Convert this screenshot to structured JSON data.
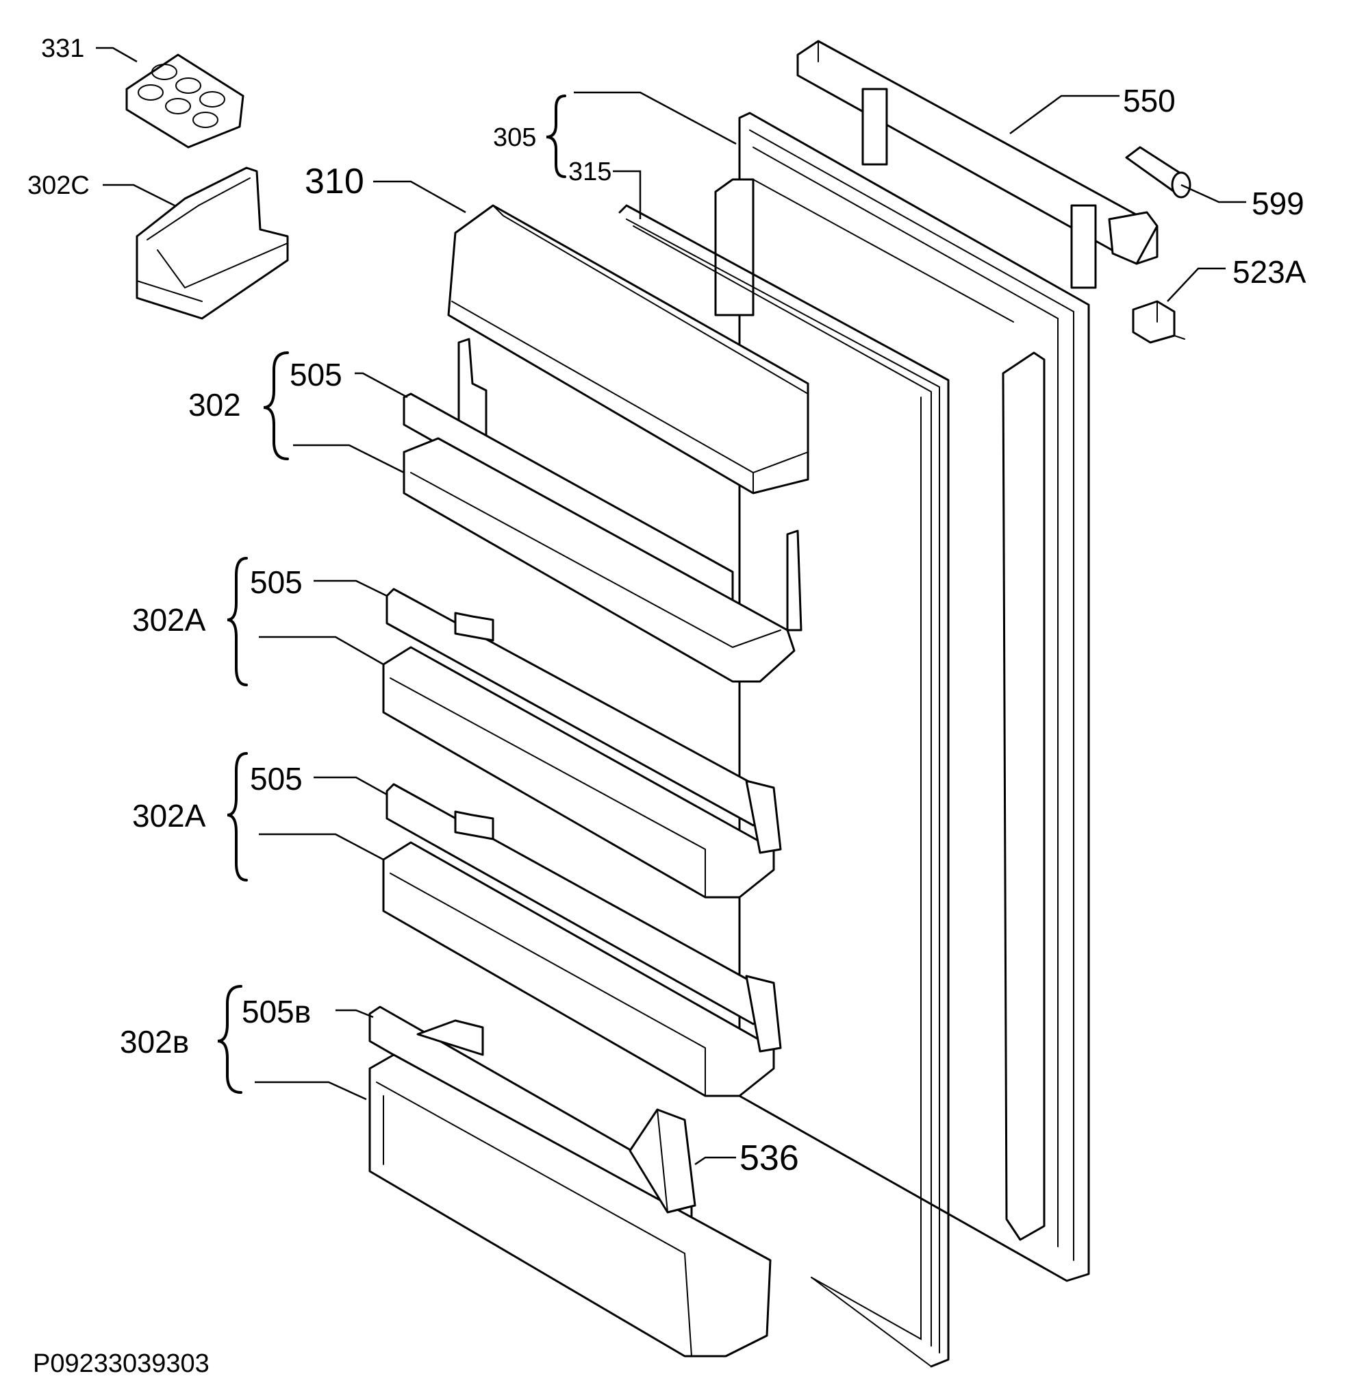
{
  "labels": {
    "p331": "331",
    "p302c": "302C",
    "p310": "310",
    "p305": "305",
    "p315": "315",
    "p550": "550",
    "p599": "599",
    "p523a": "523A",
    "p302": "302",
    "p505_1": "505",
    "p302a_1": "302A",
    "p505_2": "505",
    "p302a_2": "302A",
    "p505_3": "505",
    "p302b": "302в",
    "p505b": "505в",
    "p536": "536"
  },
  "drawing_code": "P09233039303",
  "colors": {
    "line": "#000000",
    "background": "#ffffff"
  }
}
